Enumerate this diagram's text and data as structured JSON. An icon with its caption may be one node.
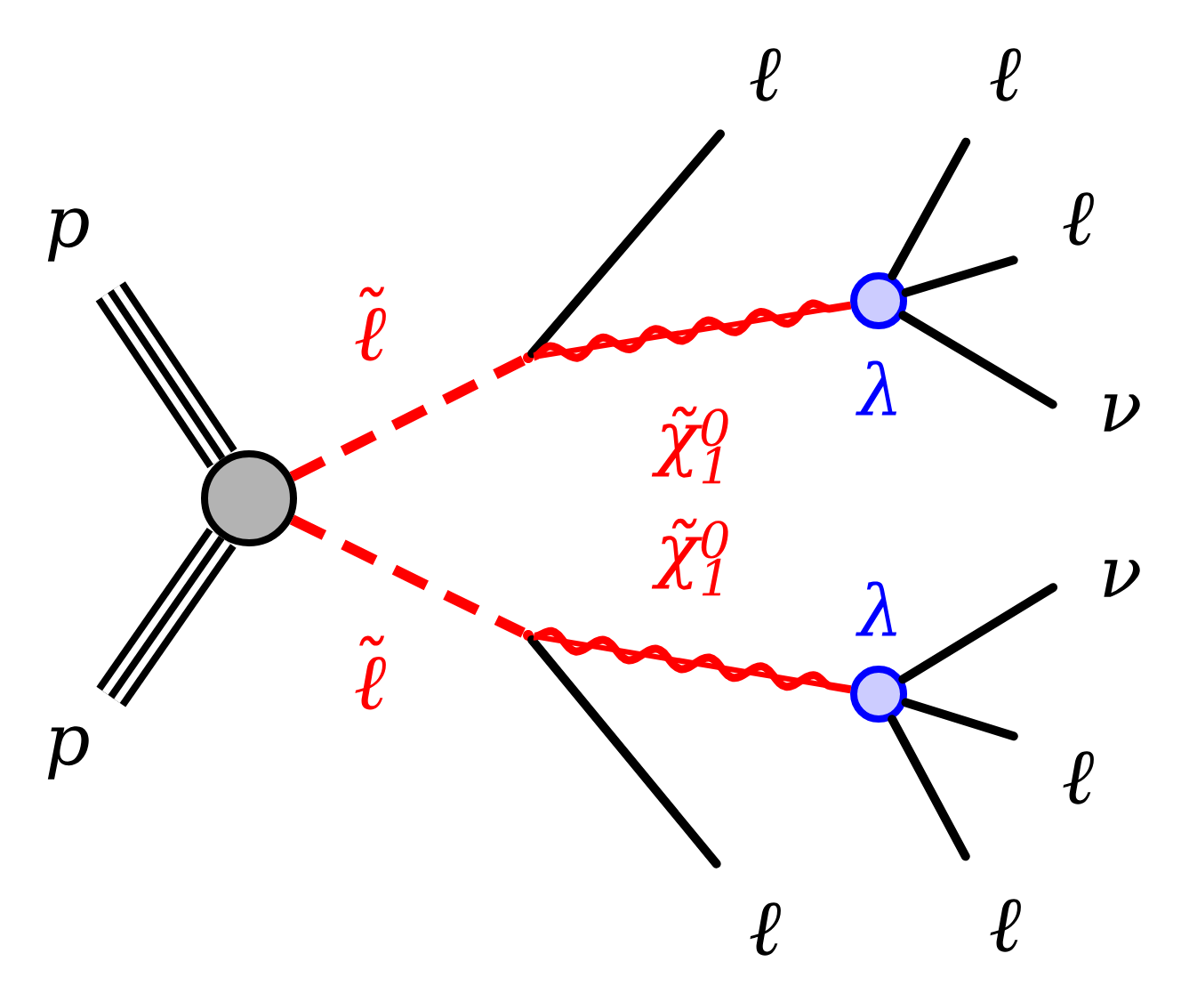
{
  "diagram": {
    "nodes": [
      {
        "text": [
          "p"
        ]
      },
      {
        "text": [
          "p"
        ]
      },
      {
        "text": [],
        "shape": "circle"
      },
      {
        "text": [],
        "shape": "point"
      },
      {
        "text": [],
        "shape": "point"
      },
      {
        "text": [
          "ℓ"
        ]
      },
      {
        "text": [],
        "shape": "circle",
        "beside": [
          "λ"
        ]
      },
      {
        "text": [
          "ℓ"
        ]
      },
      {
        "text": [
          "ℓ"
        ]
      },
      {
        "text": [
          "ν"
        ]
      },
      {
        "text": [],
        "shape": "circle",
        "beside": [
          "λ"
        ]
      },
      {
        "text": [
          "ν"
        ]
      },
      {
        "text": [
          "ℓ"
        ]
      },
      {
        "text": [
          "ℓ"
        ]
      },
      {
        "text": [
          "ℓ"
        ]
      }
    ],
    "edges": [
      {
        "from": 0,
        "to": 2,
        "arrow": "none",
        "style": "thick"
      },
      {
        "from": 1,
        "to": 2,
        "arrow": "none",
        "style": "thick"
      },
      {
        "from": 2,
        "to": 3,
        "arrow": "none",
        "style": "dashed",
        "color": "#ff0000",
        "label": "ℓ̃"
      },
      {
        "from": 2,
        "to": 4,
        "arrow": "none",
        "style": "dashed",
        "color": "#ff0000",
        "label": "ℓ̃"
      },
      {
        "from": 3,
        "to": 5,
        "arrow": "none"
      },
      {
        "from": 3,
        "to": 6,
        "arrow": "none",
        "color": "#ff0000",
        "label": "χ̃$^{0}$$_{1}$"
      },
      {
        "from": 6,
        "to": 7,
        "arrow": "none"
      },
      {
        "from": 6,
        "to": 8,
        "arrow": "none"
      },
      {
        "from": 6,
        "to": 9,
        "arrow": "none"
      },
      {
        "from": 4,
        "to": 14,
        "arrow": "none"
      },
      {
        "from": 4,
        "to": 10,
        "arrow": "none",
        "color": "#ff0000",
        "label": "χ̃$^{0}$$_{1}$"
      },
      {
        "from": 10,
        "to": 11,
        "arrow": "none"
      },
      {
        "from": 10,
        "to": 12,
        "arrow": "none"
      },
      {
        "from": 10,
        "to": 13,
        "arrow": "none"
      }
    ]
  }
}
